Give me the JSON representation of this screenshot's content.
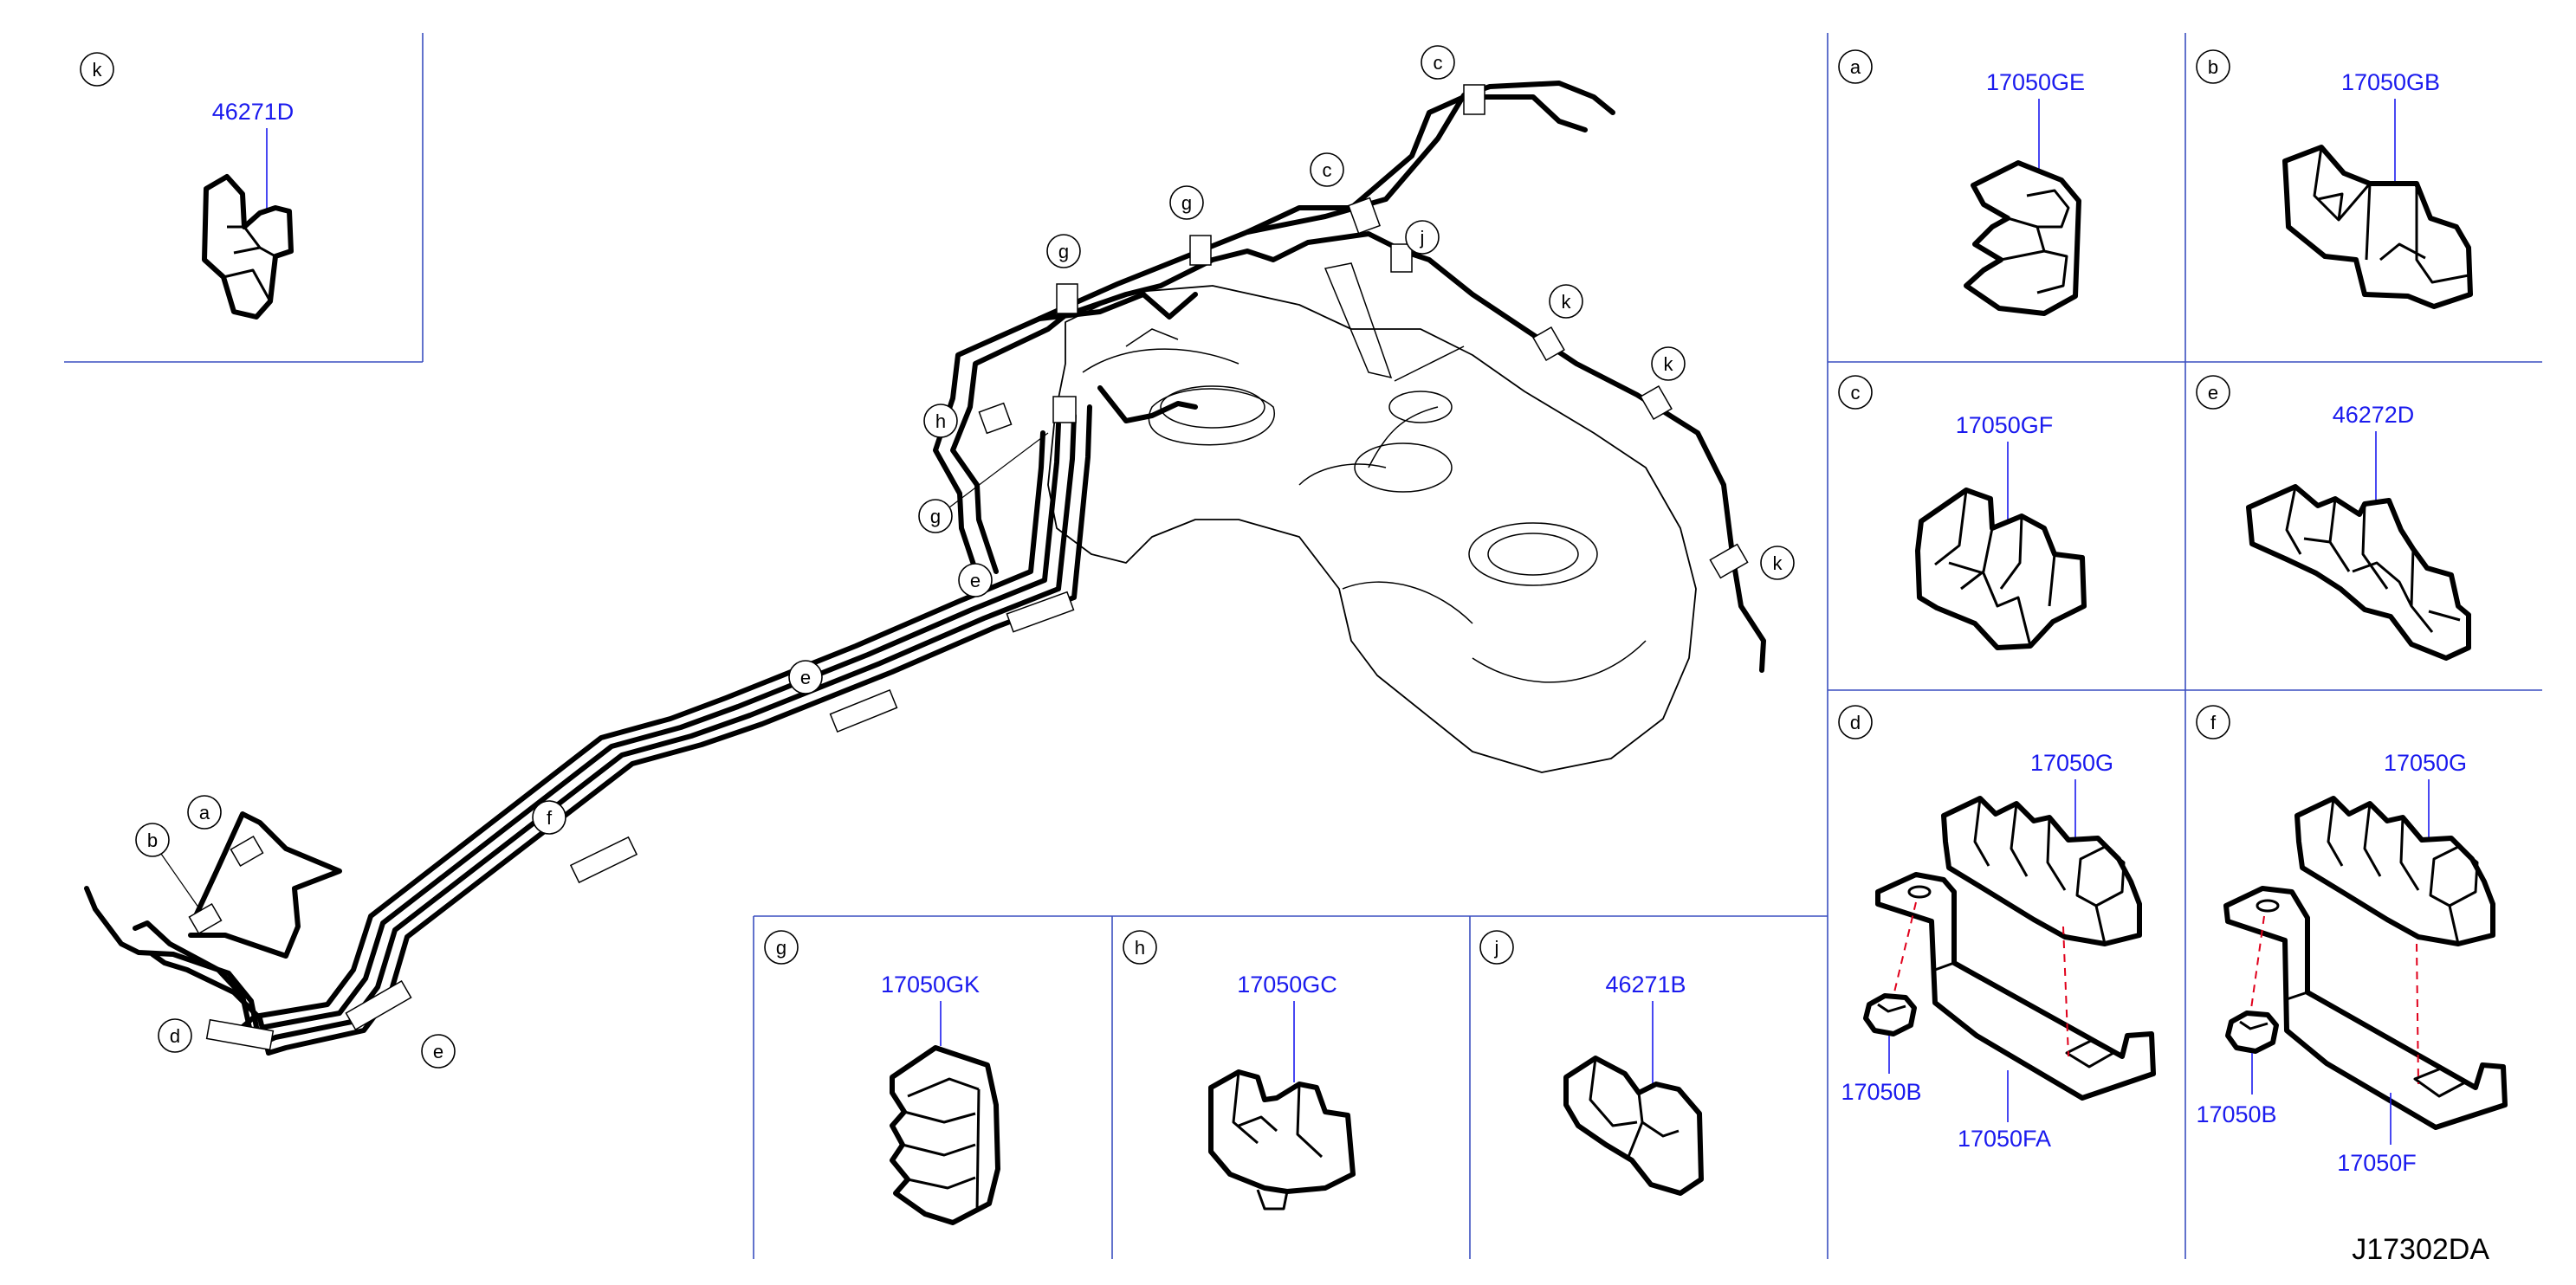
{
  "diagram_code": "J17302DA",
  "callout_letters": {
    "a": "a",
    "b": "b",
    "c": "c",
    "d": "d",
    "e": "e",
    "f": "f",
    "g": "g",
    "h": "h",
    "j": "j",
    "k": "k"
  },
  "panels": {
    "k": {
      "letter": "k",
      "part_number": "46271D"
    },
    "a": {
      "letter": "a",
      "part_number": "17050GE"
    },
    "b": {
      "letter": "b",
      "part_number": "17050GB"
    },
    "c": {
      "letter": "c",
      "part_number": "17050GF"
    },
    "e": {
      "letter": "e",
      "part_number": "46272D"
    },
    "d": {
      "letter": "d",
      "clip_part_number": "17050G",
      "nut_part_number": "17050B",
      "bracket_part_number": "17050FA"
    },
    "f": {
      "letter": "f",
      "clip_part_number": "17050G",
      "nut_part_number": "17050B",
      "bracket_part_number": "17050F"
    },
    "g": {
      "letter": "g",
      "part_number": "17050GK"
    },
    "h": {
      "letter": "h",
      "part_number": "17050GC"
    },
    "j": {
      "letter": "j",
      "part_number": "46271B"
    }
  },
  "colors": {
    "part_number_text": "#1a1aee",
    "separator_lines": "#3a4fc0",
    "assembly_dashes": "#e0001b",
    "line_art": "#000000"
  }
}
